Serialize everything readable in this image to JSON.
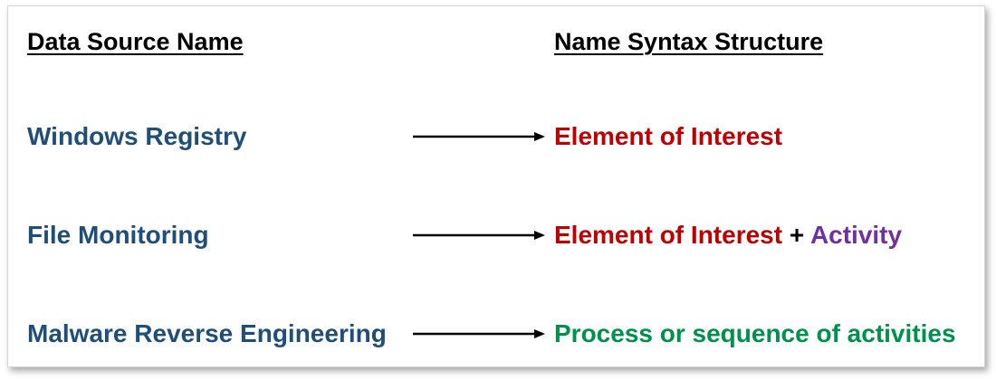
{
  "headers": {
    "left": "Data Source Name",
    "right": "Name Syntax Structure"
  },
  "colors": {
    "source": "#1f4e79",
    "element_of_interest": "#c00000",
    "activity": "#7030a0",
    "process": "#00914c",
    "text": "#000000"
  },
  "rows": [
    {
      "source": "Windows Registry",
      "target_parts": [
        {
          "text": "Element of Interest",
          "kind": "element_of_interest"
        }
      ]
    },
    {
      "source": "File Monitoring",
      "target_parts": [
        {
          "text": "Element of Interest",
          "kind": "element_of_interest"
        },
        {
          "text": " + ",
          "kind": "plus"
        },
        {
          "text": "Activity",
          "kind": "activity"
        }
      ]
    },
    {
      "source": "Malware Reverse Engineering",
      "target_parts": [
        {
          "text": "Process or sequence of activities",
          "kind": "process"
        }
      ]
    }
  ]
}
